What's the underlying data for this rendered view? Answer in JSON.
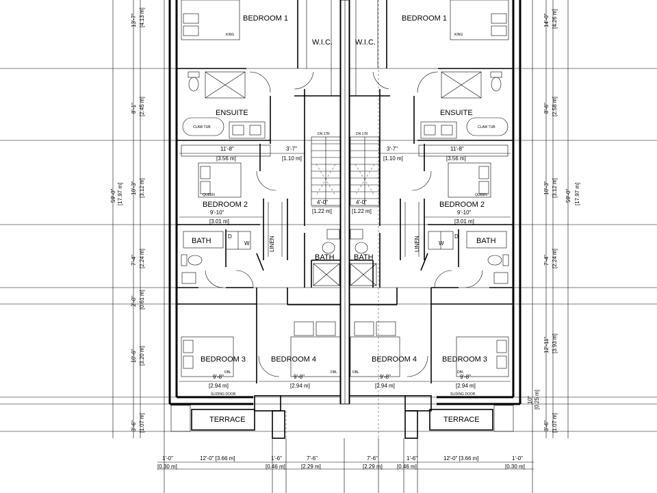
{
  "left_unit": {
    "rooms": {
      "bedroom1": "BEDROOM 1",
      "bed1_size": "KING",
      "wic": "W.I.C.",
      "ensuite": "ENSUITE",
      "claw_tub": "CLAW TUB",
      "bedroom2": "BEDROOM 2",
      "bed2_size": "QUEEN",
      "bath": "BATH",
      "linen": "LINEN",
      "bath_small": "BATH",
      "bedroom3": "BEDROOM 3",
      "bed3_size": "DBL",
      "bedroom4": "BEDROOM 4",
      "bed4_size": "DBL",
      "terrace": "TERRACE",
      "sliding_door": "SLIDING DOOR",
      "stair": "DN 17R",
      "washer": "W",
      "dryer": "D"
    },
    "dims": {
      "bed2_w": "11'-8\"",
      "bed2_w_m": "[3.56 m]",
      "hall_w": "3'-7\"",
      "hall_w_m": "[1.10 m]",
      "bed2_d": "9'-10\"",
      "bed2_d_m": "[3.01 m]",
      "stair_w": "4'-0\"",
      "stair_w_m": "[1.22 m]",
      "bed3_w": "9'-8\"",
      "bed3_w_m": "[2.94 m]",
      "bed4_w": "9'-8\"",
      "bed4_w_m": "[2.94 m]"
    },
    "vert": {
      "v1": "13'-7\"",
      "v1m": "[4.13 m]",
      "v2": "8'-1\"",
      "v2m": "[2.45 m]",
      "v3": "10'-3\"",
      "v3m": "[3.12 m]",
      "v4": "7'-4\"",
      "v4m": "[2.24 m]",
      "v5": "2'-0\"",
      "v5m": "[0.61 m]",
      "v6": "10'-6\"",
      "v6m": "[3.20 m]",
      "v7": "3'-6\"",
      "v7m": "[1.07 m]",
      "total": "59'-0\"",
      "total_m": "[17.97 m]"
    },
    "bottom": {
      "b1": "1'-0\"",
      "b1m": "[0.30 m]",
      "b2": "12'-0\" [3.66 m]",
      "b3": "1'-6\"",
      "b3m": "[0.46 m]",
      "b4": "7'-6\"",
      "b4m": "[2.29 m]"
    }
  },
  "right_unit": {
    "rooms": {
      "bedroom1": "BEDROOM 1",
      "bed1_size": "KING",
      "wic": "W.I.C.",
      "ensuite": "ENSUITE",
      "claw_tub": "CLAW TUB",
      "bedroom2": "BEDROOM 2",
      "bed2_size": "QUEEN",
      "bath": "BATH",
      "linen": "LINEN",
      "bath_small": "BATH",
      "bedroom3": "BEDROOM 3",
      "bed3_size": "DBL",
      "bedroom4": "BEDROOM 4",
      "bed4_size": "DBL",
      "terrace": "TERRACE",
      "sliding_door": "SLIDING DOOR",
      "stair": "DN 17R",
      "washer": "W",
      "dryer": "D"
    },
    "dims": {
      "bed2_w": "11'-8\"",
      "bed2_w_m": "[3.56 m]",
      "hall_w": "3'-7\"",
      "hall_w_m": "[1.10 m]",
      "bed2_d": "9'-10\"",
      "bed2_d_m": "[3.01 m]",
      "stair_w": "4'-0\"",
      "stair_w_m": "[1.22 m]",
      "bed3_w": "9'-8\"",
      "bed3_w_m": "[2.94 m]",
      "bed4_w": "9'-8\"",
      "bed4_w_m": "[2.94 m]"
    },
    "vert": {
      "v1": "14'-0\"",
      "v1m": "[4.26 m]",
      "v2": "8'-6\"",
      "v2m": "[2.58 m]",
      "v3": "10'-3\"",
      "v3m": "[3.12 m]",
      "v4": "7'-4\"",
      "v4m": "[2.24 m]",
      "v6": "12'-11\"",
      "v6m": "[3.93 m]",
      "v7a": "10\"",
      "v7am": "[0.25 m]",
      "v7": "3'-6\"",
      "v7m": "[1.07 m]",
      "total": "59'-0\"",
      "total_m": "[17.97 m]"
    },
    "bottom": {
      "b1": "1'-0\"",
      "b1m": "[0.30 m]",
      "b2": "12'-0\" [3.66 m]",
      "b3": "1'-6\"",
      "b3m": "[0.46 m]",
      "b4": "7'-6\"",
      "b4m": "[2.29 m]"
    }
  }
}
